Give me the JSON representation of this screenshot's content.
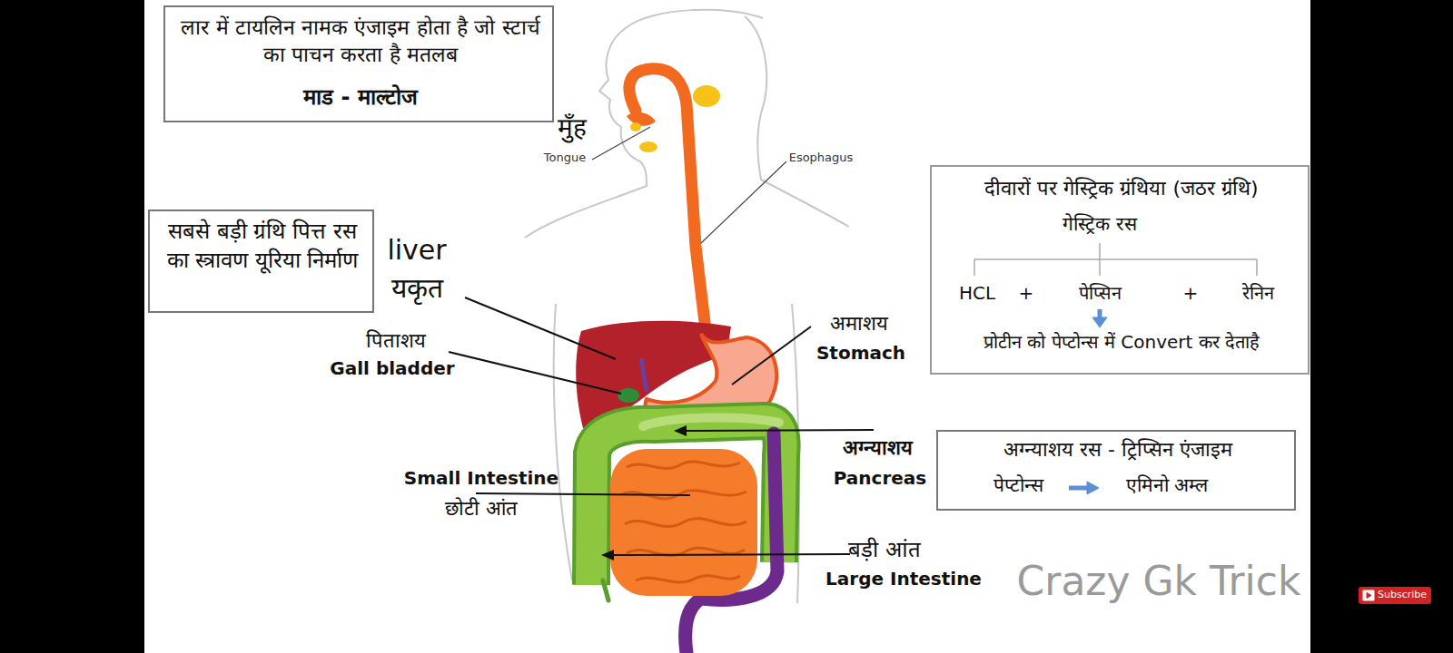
{
  "diagram": {
    "nodes": [
      {
        "text": [
          "लार में टायलिन नामक एंजाइम होता है जो स्टार्च का पाचन करता है मतलब",
          "माड - माल्टोज"
        ]
      },
      {
        "text": [
          "सबसे बड़ी ग्रंथि पित्त रस का स्त्रावण यूरिया निर्माण"
        ]
      },
      {
        "text": [
          "दीवारों पर गेस्ट्रिक ग्रंथिया (जठर ग्रंथि)",
          "गेस्ट्रिक रस",
          "HCL",
          "+",
          "पेप्सिन",
          "+",
          "रेनिन",
          "प्रोटीन को पेप्टोन्स में Convert कर देताहै"
        ]
      },
      {
        "text": [
          "अग्न्याशय रस - ट्रिप्सिन एंजाइम",
          "पेप्टोन्स",
          "एमिनो अम्ल"
        ]
      },
      {
        "text": [
          "Subscribe"
        ]
      }
    ],
    "labels": [
      "मुँह",
      "Tongue",
      "Esophagus",
      "liver",
      "यकृत",
      "पिताशय",
      "Gall bladder",
      "अमाशय",
      "Stomach",
      "Small Intestine",
      "छोटी आंत",
      "अग्न्याशय",
      "Pancreas",
      "बड़ी आंत",
      "Large Intestine",
      "Crazy Gk Trick"
    ]
  }
}
